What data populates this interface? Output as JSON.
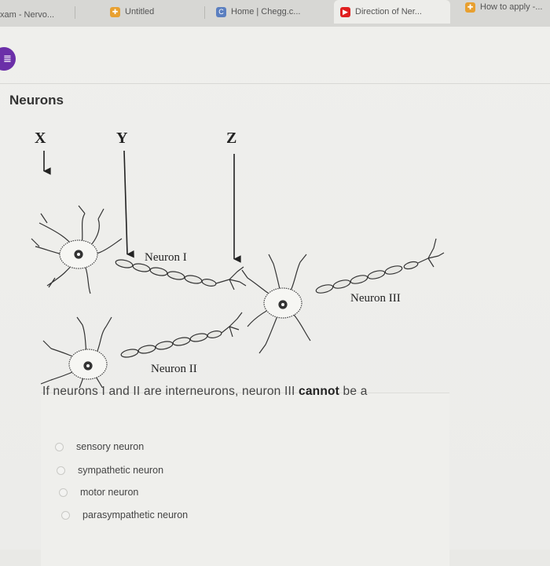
{
  "tabs": [
    {
      "label": "xam - Nervo...",
      "icon": "none"
    },
    {
      "label": "Untitled",
      "icon": "shield-icon"
    },
    {
      "label": "Home | Chegg.c...",
      "icon": "chegg-icon"
    },
    {
      "label": "Direction of Ner...",
      "icon": "youtube-icon"
    },
    {
      "label": "How to apply -...",
      "icon": "shield-icon"
    }
  ],
  "menu_icon": "≣",
  "section_title": "Neurons",
  "diagram": {
    "labels": {
      "x": "X",
      "y": "Y",
      "z": "Z"
    },
    "neuron_labels": [
      "Neuron I",
      "Neuron II",
      "Neuron III"
    ]
  },
  "question": {
    "prefix": "If neurons I and II are interneurons, neuron III ",
    "bold": "cannot",
    "suffix": " be a"
  },
  "options": [
    "sensory neuron",
    "sympathetic neuron",
    "motor neuron",
    "parasympathetic neuron"
  ],
  "colors": {
    "accent": "#6b2fa8",
    "youtube": "#e02020",
    "chegg": "#5b7fc0",
    "shield": "#e8a030"
  }
}
